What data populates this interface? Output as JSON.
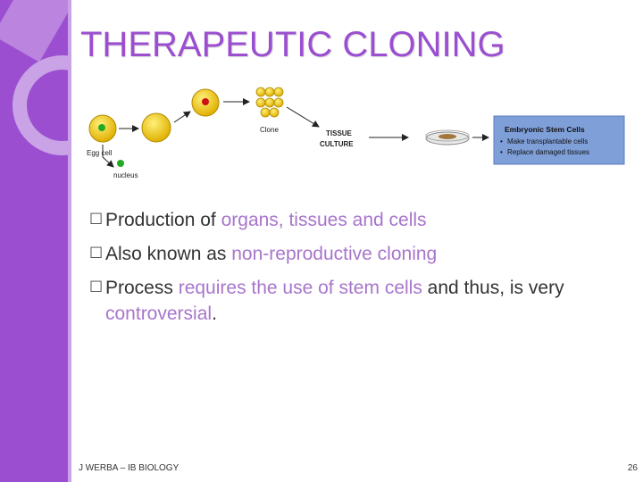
{
  "slide": {
    "title": "THERAPEUTIC CLONING",
    "colors": {
      "accent": "#9b4fd0",
      "highlight": "#a775cc",
      "box_blue": "#7f9fd9"
    }
  },
  "diagram": {
    "egg_cell_label": "Egg cell",
    "nucleus_label": "nucleus",
    "clone_label": "Clone",
    "tissue_label_1": "TISSUE",
    "tissue_label_2": "CULTURE",
    "box_title": "Embryonic Stem Cells",
    "box_item_1": "Make transplantable cells",
    "box_item_2": "Replace damaged tissues"
  },
  "bullets": [
    {
      "p1": "Production of ",
      "h1": "organs, tissues and cells"
    },
    {
      "p1": "Also known as ",
      "h1": "non-reproductive cloning"
    },
    {
      "p1": "Process ",
      "h1": "requires the use of stem cells",
      "p2": " and thus, is very ",
      "h2": "controversial",
      "p3": "."
    }
  ],
  "bullet_icon": "checkbox-icon",
  "footer": {
    "left": "J WERBA – IB BIOLOGY",
    "page": "26"
  }
}
